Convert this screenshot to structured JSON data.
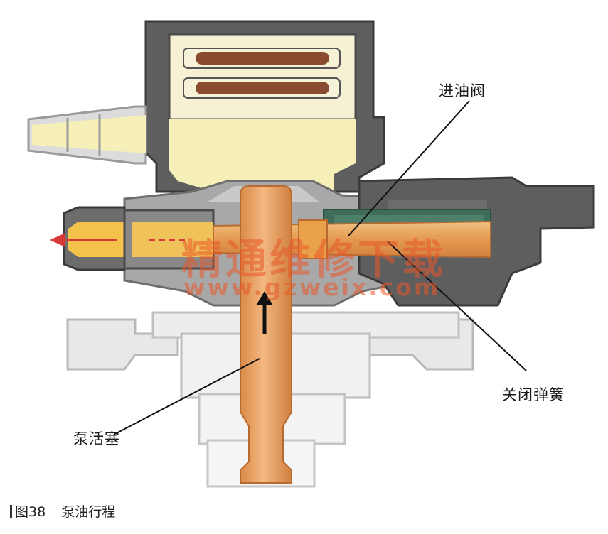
{
  "labels": {
    "inlet_valve": "进油阀",
    "closing_spring": "关闭弹簧",
    "pump_piston": "泵活塞"
  },
  "watermark": {
    "name": "精通维修下载",
    "url": "www.gzweix.com"
  },
  "caption": {
    "figure": "图38",
    "title": "泵油行程"
  },
  "colors": {
    "housing_dark": "#5c5c5c",
    "housing_gray": "#9a9a9a",
    "fuel_yellow": "#f4e9a8",
    "piston_orange": "#e8a060",
    "spring_green": "#3e6b58",
    "flow_arrow": "#d83a3a"
  }
}
